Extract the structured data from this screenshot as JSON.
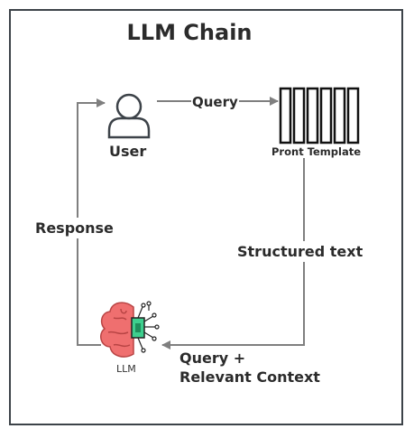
{
  "title": "LLM Chain",
  "nodes": {
    "user": {
      "label": "User",
      "icon": "user-icon"
    },
    "prompt_template": {
      "label": "Pront Template",
      "icon": "prompt-template-icon",
      "cells": 6
    },
    "llm": {
      "label": "LLM",
      "icon": "brain-chip-icon"
    }
  },
  "edges": {
    "query": "Query",
    "structured_text": "Structured text",
    "query_context_line1": "Query +",
    "query_context_line2": "Relevant Context",
    "response": "Response"
  },
  "colors": {
    "brain": "#ef6f6f",
    "brain_dark": "#b84444",
    "chip": "#3ecf8e",
    "line": "#7f7f7f",
    "text": "#2b2b2b"
  }
}
